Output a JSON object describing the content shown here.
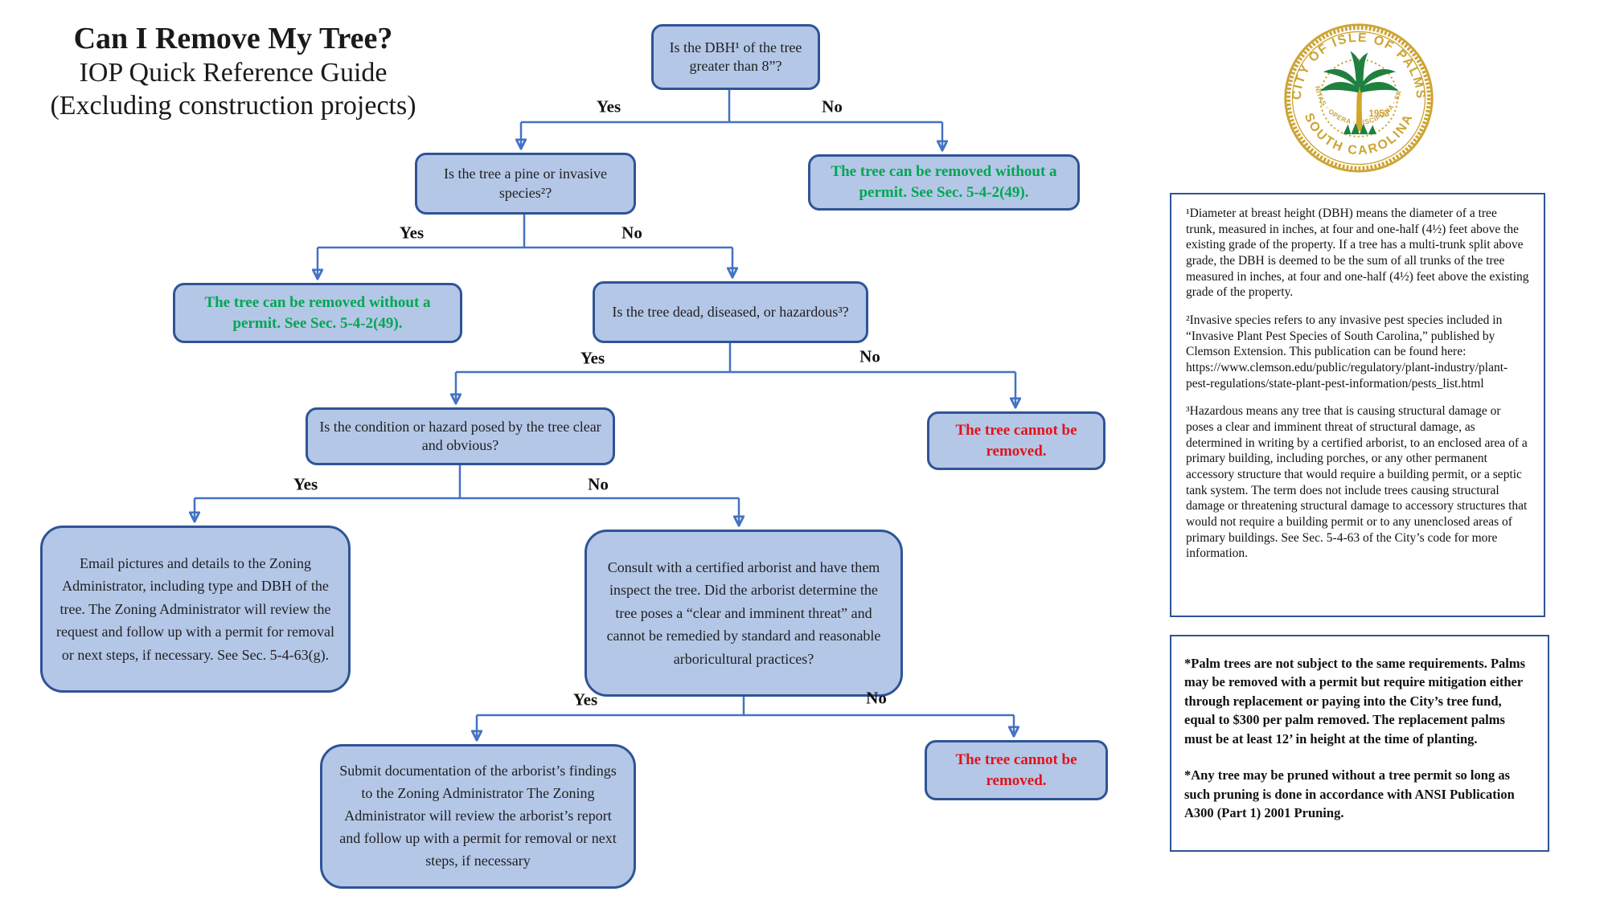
{
  "title": {
    "line1": "Can I Remove My Tree?",
    "line2": "IOP Quick Reference Guide",
    "line3": "(Excluding construction projects)"
  },
  "labels": {
    "yes": "Yes",
    "no": "No"
  },
  "boxes": {
    "q_dbh": "Is the DBH¹ of the tree greater than 8”?",
    "ok_right": "The tree can be removed without a permit. See Sec. 5-4-2(49).",
    "q_pine": "Is the tree a pine or invasive species²?",
    "ok_left": "The tree can be removed without a permit. See Sec. 5-4-2(49).",
    "q_dead": "Is the tree dead, diseased, or hazardous³?",
    "q_condition": "Is the condition or hazard posed by the tree clear and obvious?",
    "cannot_1": "The tree cannot be removed.",
    "action_email": "Email pictures and details to the Zoning Administrator, including type and DBH of the tree. The Zoning Administrator will review the request and follow up with a permit for removal or next steps, if necessary. See Sec. 5-4-63(g).",
    "q_arborist": "Consult with a certified arborist and have them inspect the tree. Did the arborist determine the tree poses a “clear and imminent threat” and cannot be remedied by standard and reasonable arboricultural practices?",
    "action_submit": "Submit documentation of the arborist’s findings to the Zoning Administrator The Zoning Administrator will review the arborist’s report and follow up with a permit for removal or next steps, if necessary",
    "cannot_2": "The tree cannot be removed."
  },
  "footnotes": {
    "fn1": "¹Diameter at breast height (DBH) means the diameter of a tree trunk, measured in inches, at four and one-half (4½) feet above the existing grade of the property. If a tree has a multi-trunk split above grade, the DBH is deemed to be the sum of all trunks of the tree measured in inches, at four and one-half (4½) feet above the existing grade of the property.",
    "fn2": "²Invasive species refers to any invasive pest species included in “Invasive Plant Pest Species of South Carolina,” published by Clemson Extension. This publication can be found here: https://www.clemson.edu/public/regulatory/plant-industry/plant-pest-regulations/state-plant-pest-information/pests_list.html",
    "fn3": "³Hazardous means any tree that is causing structural damage or poses a clear and imminent threat of structural damage, as determined in writing by a certified arborist, to an enclosed area of a primary building, including porches, or any other permanent accessory structure that would require a building permit, or a septic tank system. The term does not include trees causing structural damage or threatening structural damage to accessory structures that would not require a building permit or to any unenclosed areas of primary buildings. See Sec. 5-4-63 of the City’s code for more information."
  },
  "palm_notes": {
    "p1": "*Palm trees are not subject to the same requirements. Palms may be removed with a permit but require mitigation either through replacement or paying into the City’s tree fund, equal to $300 per palm removed. The replacement palms must be at least 12’ in height at the time of planting.",
    "p2": "*Any tree may be pruned without a tree permit so long as such pruning is done in accordance with ANSI Publication A300 (Part 1) 2001 Pruning."
  },
  "seal": {
    "top_text": "CITY OF ISLE OF PALMS",
    "bottom_text": "SOUTH CAROLINA",
    "year": "1953",
    "motto": "SANITAS · OPERA · DISCIPLINA · SALUS"
  },
  "colors": {
    "box_fill": "#B4C7E7",
    "box_border": "#2F5496",
    "connector_blue": "#4472C4",
    "result_green": "#00A651",
    "result_red": "#E01319",
    "seal_gold": "#CDA434",
    "palm_green": "#1F8040"
  }
}
